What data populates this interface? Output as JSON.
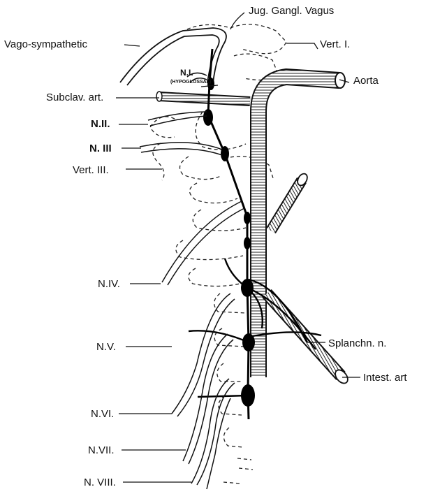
{
  "labels": {
    "jug_gangl_vagus": "Jug. Gangl. Vagus",
    "vago_sympathetic": "Vago-sympathetic",
    "vert_1": "Vert. I.",
    "aorta": "Aorta",
    "n1": "N.I.",
    "hypoglossal": "(HYPOGLOSSAL)",
    "subclav_art": "Subclav. art.",
    "n2": "N.II.",
    "n3": "N. III",
    "vert_3": "Vert. III.",
    "n4": "N.IV.",
    "splanchn_n": "Splanchn. n.",
    "n5": "N.V.",
    "intest_art": "Intest. art",
    "n6": "N.VI.",
    "n7": "N.VII.",
    "n8": "N. VIII."
  }
}
